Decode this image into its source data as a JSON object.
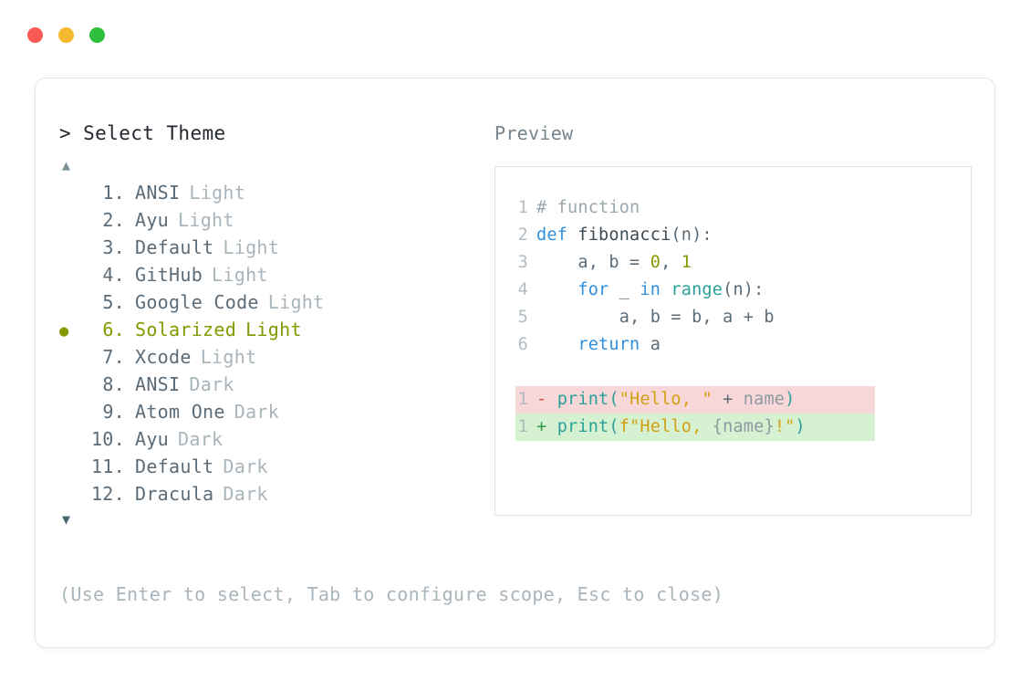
{
  "window": {
    "traffic_lights": [
      {
        "name": "close",
        "color": "#f95b54"
      },
      {
        "name": "minimize",
        "color": "#f5b82e"
      },
      {
        "name": "maximize",
        "color": "#2dbf3c"
      }
    ]
  },
  "left": {
    "prompt": "> Select Theme",
    "scroll_up_icon": "▲",
    "scroll_down_icon": "▼",
    "selected_index": 6,
    "selected_bullet": "●",
    "themes": [
      {
        "index": "1.",
        "name": "ANSI",
        "mode": "Light",
        "selected": false
      },
      {
        "index": "2.",
        "name": "Ayu",
        "mode": "Light",
        "selected": false
      },
      {
        "index": "3.",
        "name": "Default",
        "mode": "Light",
        "selected": false
      },
      {
        "index": "4.",
        "name": "GitHub",
        "mode": "Light",
        "selected": false
      },
      {
        "index": "5.",
        "name": "Google Code",
        "mode": "Light",
        "selected": false
      },
      {
        "index": "6.",
        "name": "Solarized",
        "mode": "Light",
        "selected": true
      },
      {
        "index": "7.",
        "name": "Xcode",
        "mode": "Light",
        "selected": false
      },
      {
        "index": "8.",
        "name": "ANSI",
        "mode": "Dark",
        "selected": false
      },
      {
        "index": "9.",
        "name": "Atom One",
        "mode": "Dark",
        "selected": false
      },
      {
        "index": "10.",
        "name": "Ayu",
        "mode": "Dark",
        "selected": false
      },
      {
        "index": "11.",
        "name": "Default",
        "mode": "Dark",
        "selected": false
      },
      {
        "index": "12.",
        "name": "Dracula",
        "mode": "Dark",
        "selected": false
      }
    ]
  },
  "right": {
    "label": "Preview",
    "code": {
      "lines": [
        {
          "no": "1",
          "tokens": [
            {
              "t": "# function",
              "c": "comment"
            }
          ]
        },
        {
          "no": "2",
          "tokens": [
            {
              "t": "def ",
              "c": "kw"
            },
            {
              "t": "fibonacci",
              "c": "fn"
            },
            {
              "t": "(n):",
              "c": "plain"
            }
          ]
        },
        {
          "no": "3",
          "tokens": [
            {
              "t": "    a, b = ",
              "c": "plain"
            },
            {
              "t": "0",
              "c": "num"
            },
            {
              "t": ", ",
              "c": "plain"
            },
            {
              "t": "1",
              "c": "num"
            }
          ]
        },
        {
          "no": "4",
          "tokens": [
            {
              "t": "    ",
              "c": "plain"
            },
            {
              "t": "for",
              "c": "kw"
            },
            {
              "t": " _ ",
              "c": "plain"
            },
            {
              "t": "in",
              "c": "kw"
            },
            {
              "t": " ",
              "c": "plain"
            },
            {
              "t": "range",
              "c": "call"
            },
            {
              "t": "(n):",
              "c": "plain"
            }
          ]
        },
        {
          "no": "5",
          "tokens": [
            {
              "t": "        a, b = b, a + b",
              "c": "plain"
            }
          ]
        },
        {
          "no": "6",
          "tokens": [
            {
              "t": "    ",
              "c": "plain"
            },
            {
              "t": "return",
              "c": "kw"
            },
            {
              "t": " a",
              "c": "plain"
            }
          ]
        }
      ],
      "diff": [
        {
          "no": "1",
          "marker": "-",
          "kind": "del",
          "tokens": [
            {
              "t": "print",
              "c": "call"
            },
            {
              "t": "(",
              "c": "call"
            },
            {
              "t": "\"Hello, \"",
              "c": "str"
            },
            {
              "t": " + ",
              "c": "plain"
            },
            {
              "t": "name",
              "c": "ident"
            },
            {
              "t": ")",
              "c": "call"
            }
          ]
        },
        {
          "no": "1",
          "marker": "+",
          "kind": "add",
          "tokens": [
            {
              "t": "print",
              "c": "call"
            },
            {
              "t": "(",
              "c": "call"
            },
            {
              "t": "f\"Hello, ",
              "c": "str"
            },
            {
              "t": "{name}",
              "c": "ident"
            },
            {
              "t": "!\"",
              "c": "str"
            },
            {
              "t": ")",
              "c": "call"
            }
          ]
        }
      ]
    }
  },
  "footer": {
    "hint": "(Use Enter to select, Tab to configure scope, Esc to close)"
  }
}
